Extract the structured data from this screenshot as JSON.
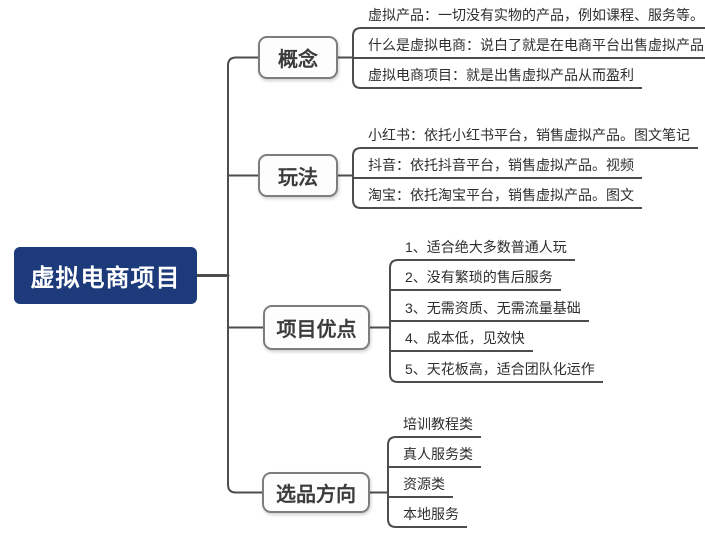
{
  "root": {
    "label": "虚拟电商项目"
  },
  "branches": [
    {
      "label": "概念",
      "leaves": [
        "虚拟产品：一切没有实物的产品，例如课程、服务等。",
        "什么是虚拟电商：说白了就是在电商平台出售虚拟产品",
        "虚拟电商项目：就是出售虚拟产品从而盈利"
      ]
    },
    {
      "label": "玩法",
      "leaves": [
        "小红书：依托小红书平台，销售虚拟产品。图文笔记",
        "抖音：依托抖音平台，销售虚拟产品。视频",
        "淘宝：依托淘宝平台，销售虚拟产品。图文"
      ]
    },
    {
      "label": "项目优点",
      "leaves": [
        "1、适合绝大多数普通人玩",
        "2、没有繁琐的售后服务",
        "3、无需资质、无需流量基础",
        "4、成本低，见效快",
        "5、天花板高，适合团队化运作"
      ]
    },
    {
      "label": "选品方向",
      "leaves": [
        "培训教程类",
        "真人服务类",
        "资源类",
        "本地服务"
      ]
    }
  ],
  "colors": {
    "background": "#ffffff",
    "root_fill": "#1d3b7a",
    "root_text": "#ffffff",
    "branch_fill": "#fdfdfd",
    "branch_border": "#7d7d7d",
    "branch_text": "#3b3b3b",
    "leaf_text": "#2e2e2e",
    "line": "#4d4d4d"
  }
}
